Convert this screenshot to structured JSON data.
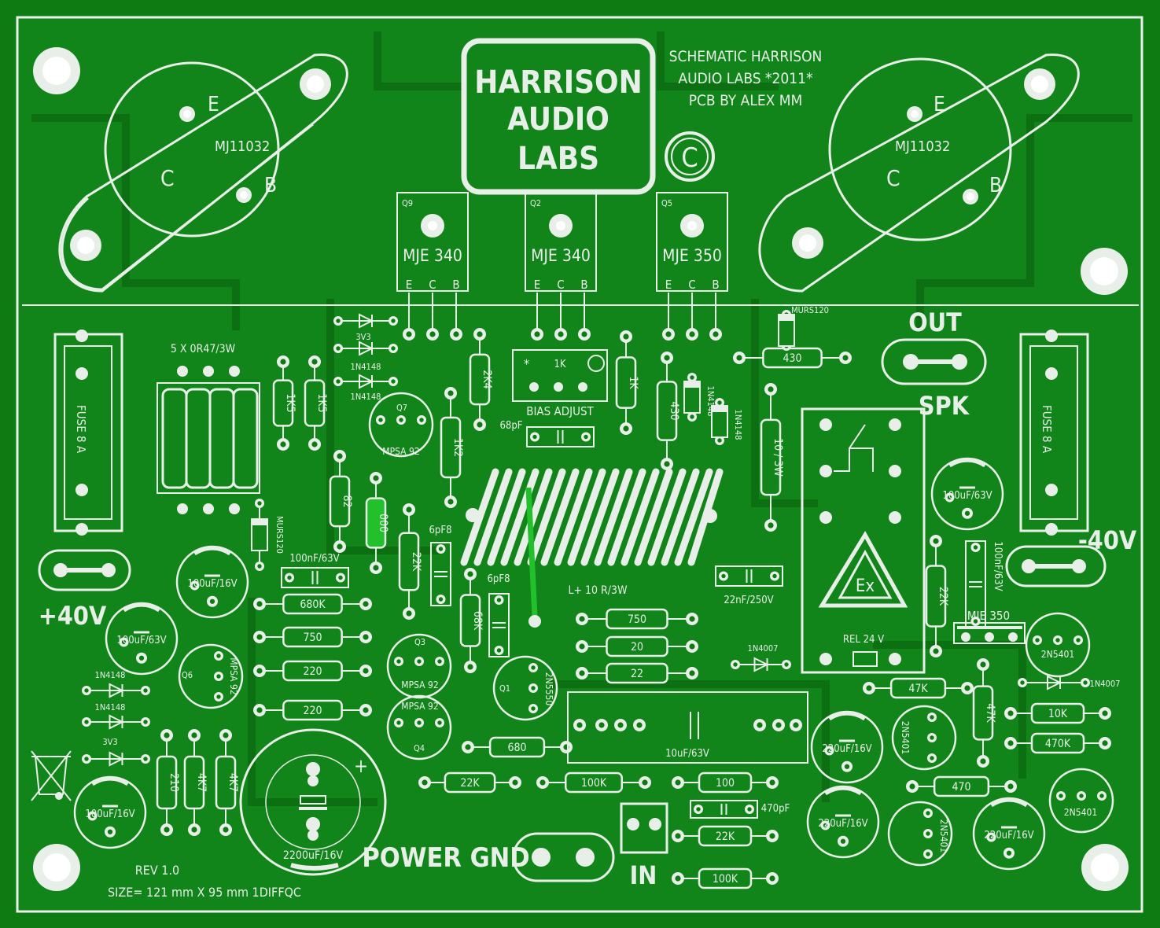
{
  "title": {
    "line1": "HARRISON",
    "line2": "AUDIO",
    "line3": "LABS"
  },
  "copyright_symbol": "C",
  "credits": [
    "SCHEMATIC HARRISON",
    "AUDIO LABS *2011*",
    "PCB BY ALEX MM"
  ],
  "power_transistors": [
    {
      "part": "MJ11032",
      "e": "E",
      "b": "B",
      "c": "C"
    },
    {
      "part": "MJ11032",
      "e": "E",
      "b": "B",
      "c": "C"
    }
  ],
  "drivers": [
    {
      "ref": "Q9",
      "part": "MJE 340",
      "pins": [
        "E",
        "C",
        "B"
      ]
    },
    {
      "ref": "Q2",
      "part": "MJE 340",
      "pins": [
        "E",
        "C",
        "B"
      ]
    },
    {
      "ref": "Q5",
      "part": "MJE 350",
      "pins": [
        "E",
        "C",
        "B"
      ]
    }
  ],
  "labels": {
    "out": "OUT",
    "spk": "SPK",
    "plus40": "+40V",
    "minus40": "-40V",
    "power_gnd": "POWER GND",
    "in": "IN",
    "rev": "REV 1.0",
    "size": "SIZE= 121 mm X 95 mm  1DIFFQC",
    "bias": "BIAS ADJUST",
    "fuse": "FUSE 8 A",
    "relay": "REL 24 V",
    "mje350": "MJE 350",
    "emitter_res": "5 X 0R47/3W",
    "inductor": "L+ 10 R/3W",
    "zener": "3V3",
    "mpsa92": "MPSA 92",
    "q7": "Q7",
    "q3": "Q3",
    "q4": "Q4",
    "q6": "Q6",
    "q1": "Q1",
    "d2n5550": "2N5550"
  },
  "components": {
    "r_1k5a": "1K5",
    "r_1k5b": "1K5",
    "r_2k4": "2K4",
    "r_1k": "1K",
    "r_430": "430",
    "r_430b": "430",
    "r_10_3w": "10 / 3W",
    "r_1k2": "1K2",
    "r_82": "82",
    "r_000": "000",
    "r_22k": "22K",
    "r_68k": "68K",
    "r_680k": "680K",
    "r_750": "750",
    "r_220a": "220",
    "r_220b": "220",
    "r_750b": "750",
    "r_20": "20",
    "r_22": "22",
    "r_680": "680",
    "r_22k_b": "22K",
    "r_100k": "100K",
    "r_100": "100",
    "r_22k_c": "22K",
    "r_100k_b": "100K",
    "r_47k": "47K",
    "r_47k_b": "47K",
    "r_10k": "10K",
    "r_470k": "470K",
    "r_470": "470",
    "r_22k_d": "22K",
    "r_210": "210",
    "r_4k7a": "4K7",
    "r_4k7b": "4K7",
    "c_68pf": "68pF",
    "c_6pf8a": "6pF8",
    "c_6pf8b": "6pF8",
    "c_100nf": "100nF/63V",
    "c_22nf": "22nF/250V",
    "c_100nf_b": "100nF/63V",
    "c_10uf": "10uF/63V",
    "c_470pf": "470pF",
    "e_100_16a": "100uF/16V",
    "e_100_63a": "100uF/63V",
    "e_100_63b": "100uF/63V",
    "e_100_16b": "100uF/16V",
    "e_2200": "2200uF/16V",
    "e_220a": "220uF/16V",
    "e_220b": "220uF/16V",
    "e_220c": "220uF/16V",
    "d_murs": "MURS120",
    "d_murs_b": "MURS120",
    "d_1n4148a": "1N4148",
    "d_1n4148b": "1N4148",
    "d_1n4148c": "1N4148",
    "d_1n4148d": "1N4148",
    "d_1n4148e": "1N4148",
    "d_1n4007a": "1N4007",
    "d_1n4007b": "1N4007",
    "d_3v3b": "3V3",
    "t_2n5401a": "2N5401",
    "t_2n5401b": "2N5401",
    "t_2n5401c": "2N5401",
    "t_2n5401d": "2N5401"
  },
  "colors": {
    "board": "#0d7a12",
    "copper": "#12861a",
    "silk": "#e8efe8"
  }
}
